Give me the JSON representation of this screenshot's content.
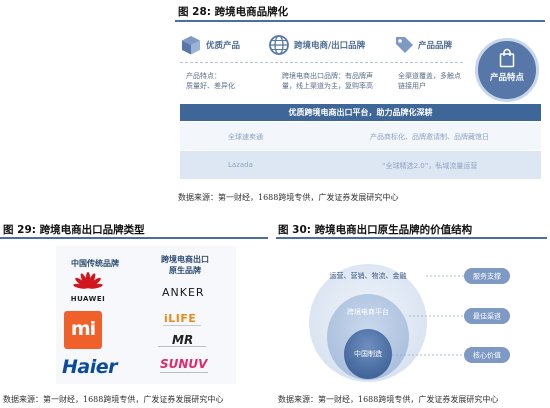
{
  "fig28": {
    "title": "图 28: 跨境电商品牌化",
    "icons": [
      {
        "label": "优质产品",
        "icon": "cube-icon"
      },
      {
        "label": "跨境电商/出口品牌",
        "icon": "globe-icon"
      },
      {
        "label": "产品品牌",
        "icon": "tag-icon"
      }
    ],
    "notes": [
      {
        "line1": "产品特点：",
        "line2": "质量好、差异化"
      },
      {
        "line1": "跨境电商出口品牌：有品牌声",
        "line2": "量，线上渠道为主，复购率高"
      },
      {
        "line1": "全渠道覆盖，多触点",
        "line2": "链接用户"
      }
    ],
    "product_feature": "产品特点",
    "banner": "优质跨境电商出口平台，助力品牌化深耕",
    "rows": [
      {
        "left": "全球速卖通",
        "right": "产品商标化、品牌邀请制、品牌藏馆日"
      },
      {
        "left": "Lazada",
        "right": "“全球精选2.0”，私域流量运营"
      }
    ],
    "source": "数据来源：第一财经，1688跨境专供，广发证券发展研究中心"
  },
  "fig29": {
    "title": "图 29: 跨境电商出口品牌类型",
    "col_left": "中国传统品牌",
    "col_right_line1": "跨境电商出口",
    "col_right_line2": "原生品牌",
    "brands_left": [
      "HUAWEI",
      "mi",
      "Haier"
    ],
    "brands_right": [
      "ANKER",
      "iLIFE",
      "MR",
      "SUNUV"
    ],
    "source": "数据来源：第一财经，1688跨境专供，广发证券发展研究中心"
  },
  "fig30": {
    "title": "图 30: 跨境电商出口原生品牌的价值结构",
    "outer": "运营、营销、物流、金融",
    "middle": "跨境电商平台",
    "inner": "中国制造",
    "values": [
      "服务支撑",
      "最佳渠道",
      "核心价值"
    ],
    "source": "数据来源：第一财经，1688跨境专供，广发证券发展研究中心"
  },
  "colors": {
    "accent": "#4a6fa5",
    "soft_blue": "#d6e2f1",
    "banner_blue": "#3f6699",
    "huawei_red": "#d1161e",
    "mi_orange": "#f0602b",
    "haier_blue": "#0a4ba0"
  }
}
